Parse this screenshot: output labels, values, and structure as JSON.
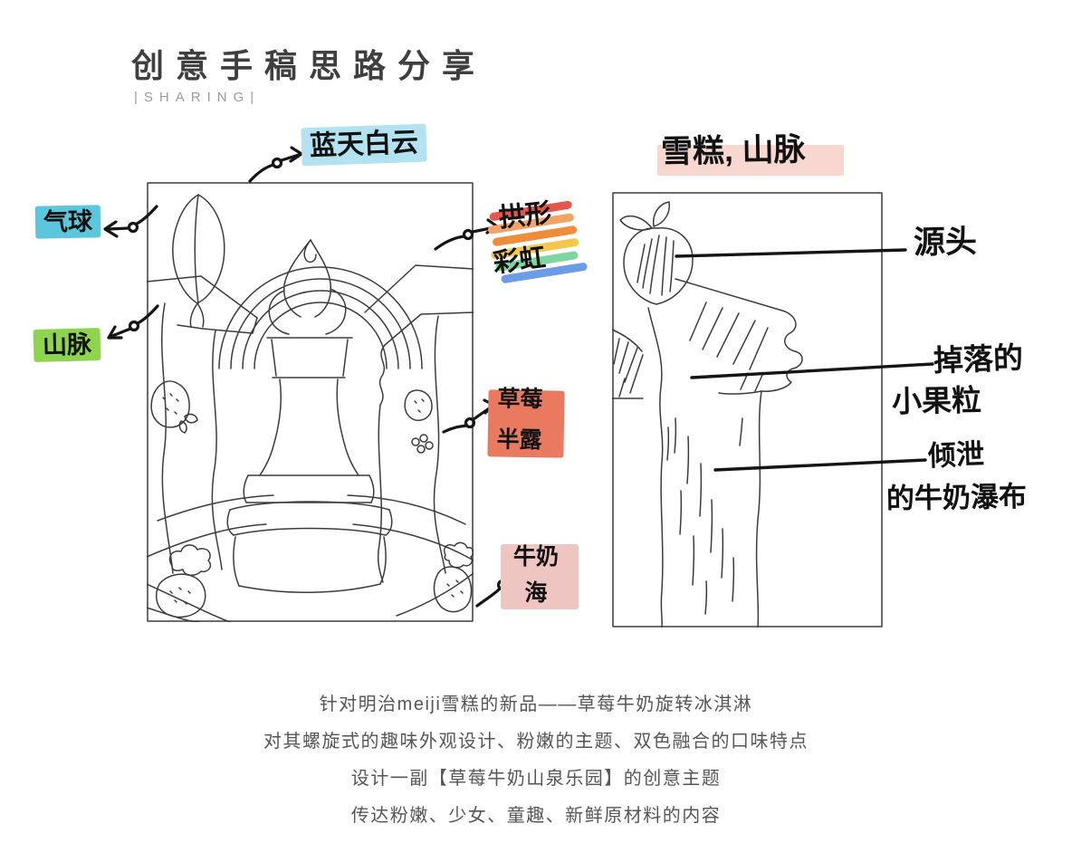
{
  "header": {
    "title": "创意手稿思路分享",
    "subtitle": "|SHARING|"
  },
  "left_panel": {
    "annotations": {
      "sky": {
        "text": "蓝天白云",
        "highlight_color": "#b3e2f0"
      },
      "balloon": {
        "text": "气球",
        "highlight_color": "#5cc6dd"
      },
      "mountain": {
        "text": "山脉",
        "highlight_color": "#8ed44f"
      },
      "rainbow": {
        "line1": "拱形",
        "line2": "彩虹",
        "stripe_colors": [
          "#e4574c",
          "#f2a368",
          "#ee8d3c",
          "#f2c94d",
          "#7fd5a2",
          "#6d9ce6"
        ]
      },
      "strawberry_peek": {
        "line1": "草莓",
        "line2": "半露",
        "highlight_color": "#e97a5f"
      },
      "milk_sea": {
        "line1": "牛奶",
        "line2": "海",
        "highlight_color": "#efc5c1"
      }
    }
  },
  "right_panel": {
    "title": {
      "text": "雪糕, 山脉",
      "highlight_color": "#f8d7d0"
    },
    "annotations": {
      "source": {
        "text": "源头"
      },
      "falling_fruit": {
        "line1": "掉落的",
        "line2": "小果粒"
      },
      "milk_waterfall": {
        "line1": "倾泄",
        "line2": "的牛奶瀑布"
      }
    }
  },
  "description": {
    "lines": [
      "针对明治meiji雪糕的新品——草莓牛奶旋转冰淇淋",
      "对其螺旋式的趣味外观设计、粉嫩的主题、双色融合的口味特点",
      "设计一副【草莓牛奶山泉乐园】的创意主题",
      "传达粉嫩、少女、童趣、新鲜原材料的内容"
    ]
  },
  "colors": {
    "title_text": "#3f3f3f",
    "subtitle_text": "#9b9b9b",
    "body_text": "#565656",
    "ink": "#151515",
    "sketch_line": "#3c3c3c"
  }
}
